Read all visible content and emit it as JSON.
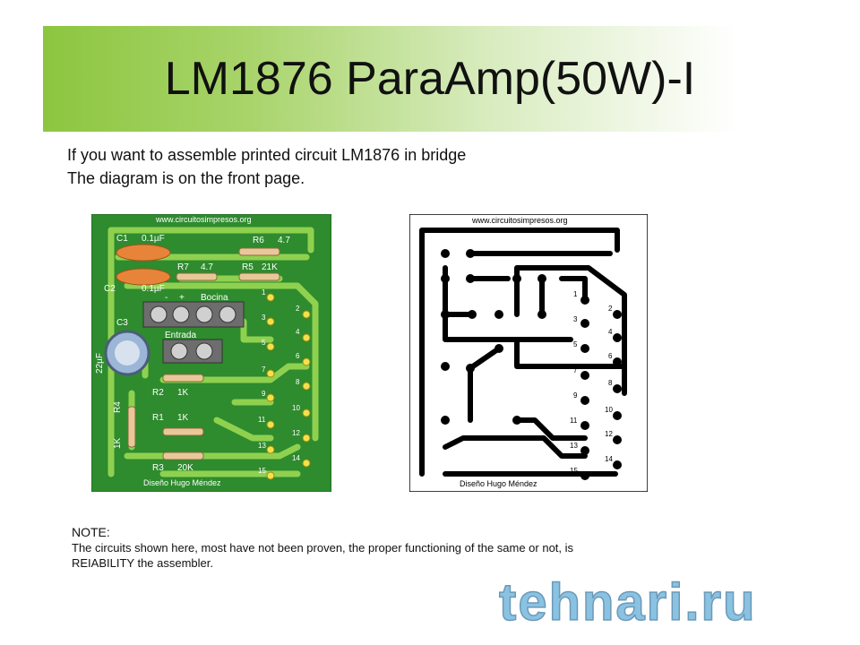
{
  "title": "LM1876 ParaAmp(50W)-I",
  "intro": {
    "line1": "If you want to assemble printed circuit LM1876 in bridge",
    "line2": "The diagram is on the front page."
  },
  "component_board": {
    "website": "www.circuitosimpresos.org",
    "labels": {
      "c1": "C1",
      "c1_val": "0.1µF",
      "c2": "C2",
      "c2_val": "0.1µF",
      "c3": "C3",
      "c3_val": "22µF",
      "r6": "R6",
      "r6_val": "4.7",
      "r7": "R7",
      "r7_val": "4.7",
      "r5": "R5",
      "r5_val": "21K",
      "r2": "R2",
      "r2_val": "1K",
      "r1": "R1",
      "r1_val": "1K",
      "r3": "R3",
      "r3_val": "20K",
      "r4": "R4",
      "r4_val": "1K",
      "bocina": "Bocina",
      "entrada": "Entrada",
      "minus": "-",
      "plus": "+"
    },
    "pins": [
      "1",
      "2",
      "3",
      "4",
      "5",
      "6",
      "7",
      "8",
      "9",
      "10",
      "11",
      "12",
      "13",
      "14",
      "15"
    ],
    "credit": "Diseño  Hugo Méndez",
    "colors": {
      "board": "#2e8b2e",
      "trace": "#8fd14f"
    }
  },
  "trace_board": {
    "website": "www.circuitosimpresos.org",
    "pins": [
      "1",
      "2",
      "3",
      "4",
      "5",
      "6",
      "7",
      "8",
      "9",
      "10",
      "11",
      "12",
      "13",
      "14",
      "15"
    ],
    "credit": "Diseño  Hugo Méndez"
  },
  "note": {
    "heading": "NOTE:",
    "line1": "The circuits shown here, most have not been proven, the proper functioning of the same or not, is",
    "line2": "REIABILITY the assembler."
  },
  "watermark": "tehnari.ru"
}
